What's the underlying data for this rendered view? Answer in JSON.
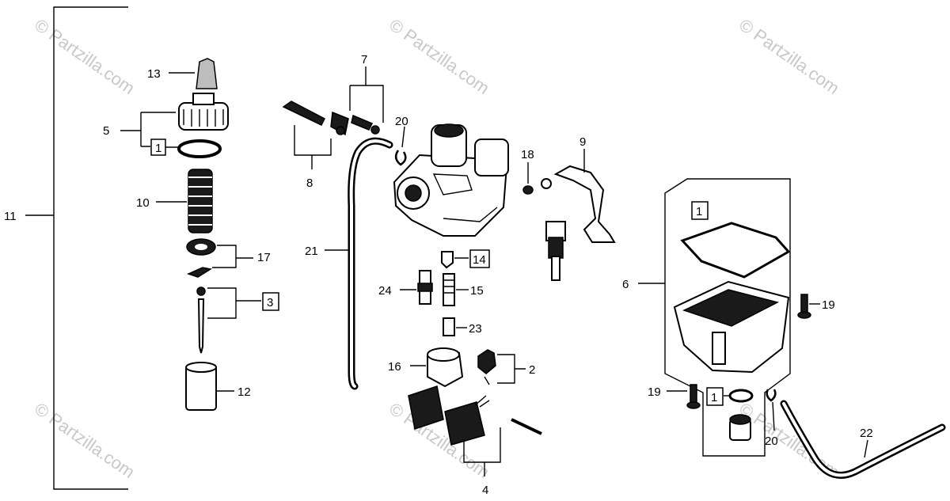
{
  "watermark": "© Partzilla.com",
  "labels": {
    "n1a": "1",
    "n1b": "1",
    "n1c": "1",
    "n2": "2",
    "n3": "3",
    "n4": "4",
    "n5": "5",
    "n6": "6",
    "n7": "7",
    "n8": "8",
    "n9": "9",
    "n10": "10",
    "n11": "11",
    "n12": "12",
    "n13": "13",
    "n14": "14",
    "n15": "15",
    "n16": "16",
    "n17": "17",
    "n18": "18",
    "n19a": "19",
    "n19b": "19",
    "n20a": "20",
    "n20b": "20",
    "n21": "21",
    "n22": "22",
    "n23": "23",
    "n24": "24"
  }
}
